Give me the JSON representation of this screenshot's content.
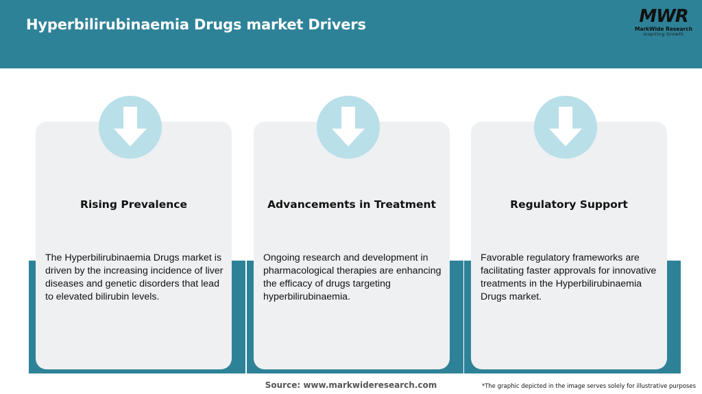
{
  "header": {
    "title": "Hyperbilirubinaemia Drugs market Drivers",
    "logo": {
      "mark": "MWR",
      "name": "MarkWide Research",
      "tagline": "Inspiring Growth"
    }
  },
  "cards": [
    {
      "icon": "arrow-down-icon",
      "title": "Rising Prevalence",
      "text": "The Hyperbilirubinaemia Drugs market is driven by the increasing incidence of liver diseases and genetic disorders that lead to elevated bilirubin levels."
    },
    {
      "icon": "arrow-down-icon",
      "title": "Advancements in Treatment",
      "text": "Ongoing research and development in pharmacological therapies are enhancing the efficacy of drugs targeting hyperbilirubinaemia."
    },
    {
      "icon": "arrow-down-icon",
      "title": "Regulatory Support",
      "text": "Favorable regulatory frameworks are facilitating faster approvals for innovative treatments in the Hyperbilirubinaemia Drugs market."
    }
  ],
  "footer": {
    "source": "Source: www.markwideresearch.com",
    "disclaimer": "*The graphic depicted in the image serves solely for illustrative purposes"
  },
  "colors": {
    "accent": "#2e8298",
    "card": "#eef0f1",
    "circle": "#b9dfe9"
  }
}
